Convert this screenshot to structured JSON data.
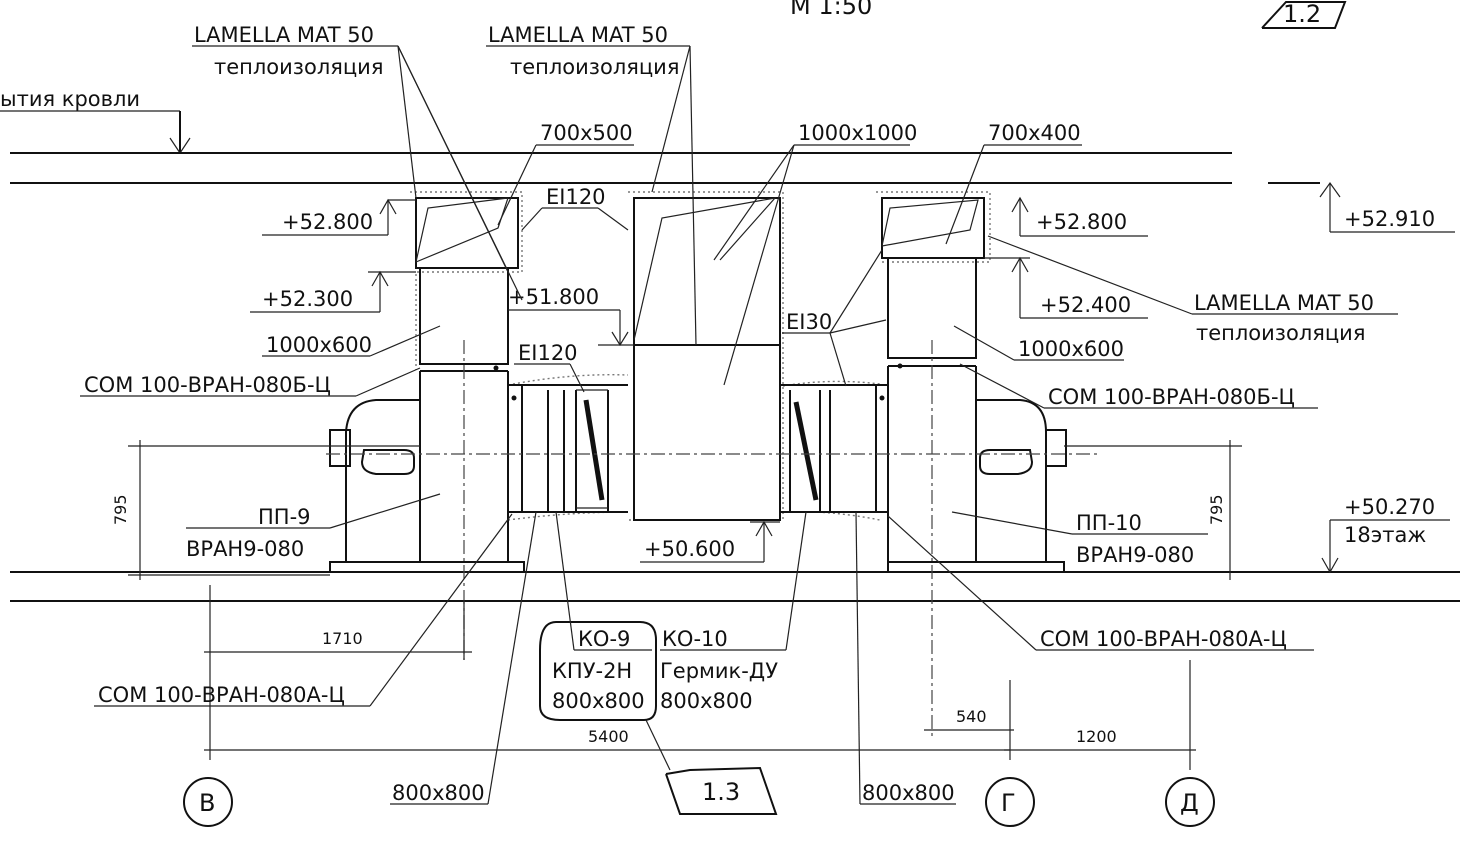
{
  "header": {
    "scale": "М 1:50",
    "sheet_ref_top": "1.2",
    "roof_label": "ытия кровли"
  },
  "insulation": {
    "brand": "LAMELLA MAT 50",
    "type": "теплоизоляция"
  },
  "sizes": {
    "left_hood": "700x500",
    "center_hood": "1000x1000",
    "right_hood": "700x400",
    "left_duct": "1000x600",
    "right_duct": "1000x600",
    "bottom_left": "800x800",
    "bottom_right": "800x800"
  },
  "fire_ratings": {
    "top": "EI120",
    "left": "EI120",
    "right": "EI30"
  },
  "levels": {
    "l52800_left": "+52.800",
    "l52800_right": "+52.800",
    "l52300": "+52.300",
    "l51800": "+51.800",
    "l52400": "+52.400",
    "l52910": "+52.910",
    "l50600": "+50.600",
    "l50270": "+50.270",
    "floor": "18этаж"
  },
  "connectors": {
    "com_b_left": "СОМ 100-ВРАН-080Б-Ц",
    "com_b_right": "СОМ 100-ВРАН-080Б-Ц",
    "com_a_left": "СОМ 100-ВРАН-080А-Ц",
    "com_a_right": "СОМ 100-ВРАН-080А-Ц"
  },
  "fans": {
    "left_id": "ПП-9",
    "left_model": "ВРАН9-080",
    "right_id": "ПП-10",
    "right_model": "ВРАН9-080"
  },
  "valves": {
    "k09_id": "КО-9",
    "k09_type": "КПУ-2Н",
    "k09_size": "800x800",
    "k010_id": "КО-10",
    "k010_type": "Гермик-ДУ",
    "k010_size": "800x800"
  },
  "dimensions": {
    "h795_left": "795",
    "h795_right": "795",
    "d1710": "1710",
    "d5400": "5400",
    "d540": "540",
    "d1200": "1200"
  },
  "axes": {
    "b": "В",
    "g": "Г",
    "d": "Д"
  },
  "sheet_ref_bottom": "1.3"
}
